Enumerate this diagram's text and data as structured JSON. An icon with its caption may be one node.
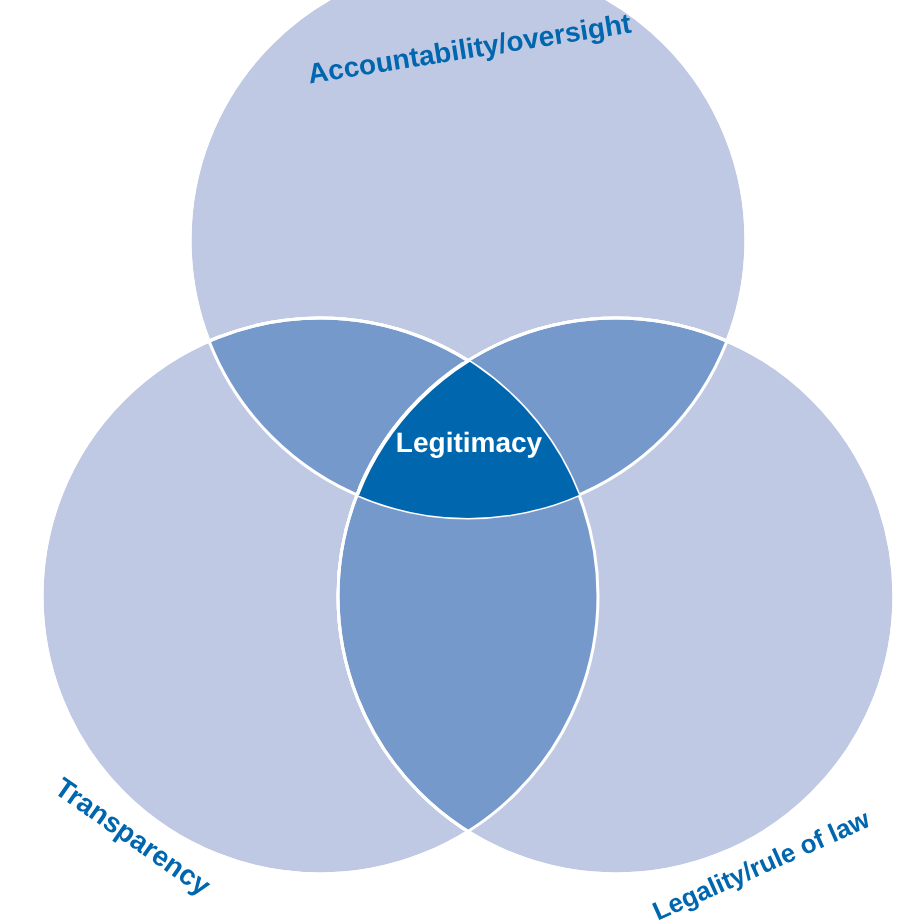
{
  "diagram": {
    "nodes": [
      {
        "text": [
          "Accountability/oversight"
        ]
      },
      {
        "text": [
          "Transparency"
        ]
      },
      {
        "text": [
          "Legality/rule of law"
        ]
      },
      {
        "text": [
          "Legitimacy"
        ]
      }
    ],
    "edges": []
  }
}
